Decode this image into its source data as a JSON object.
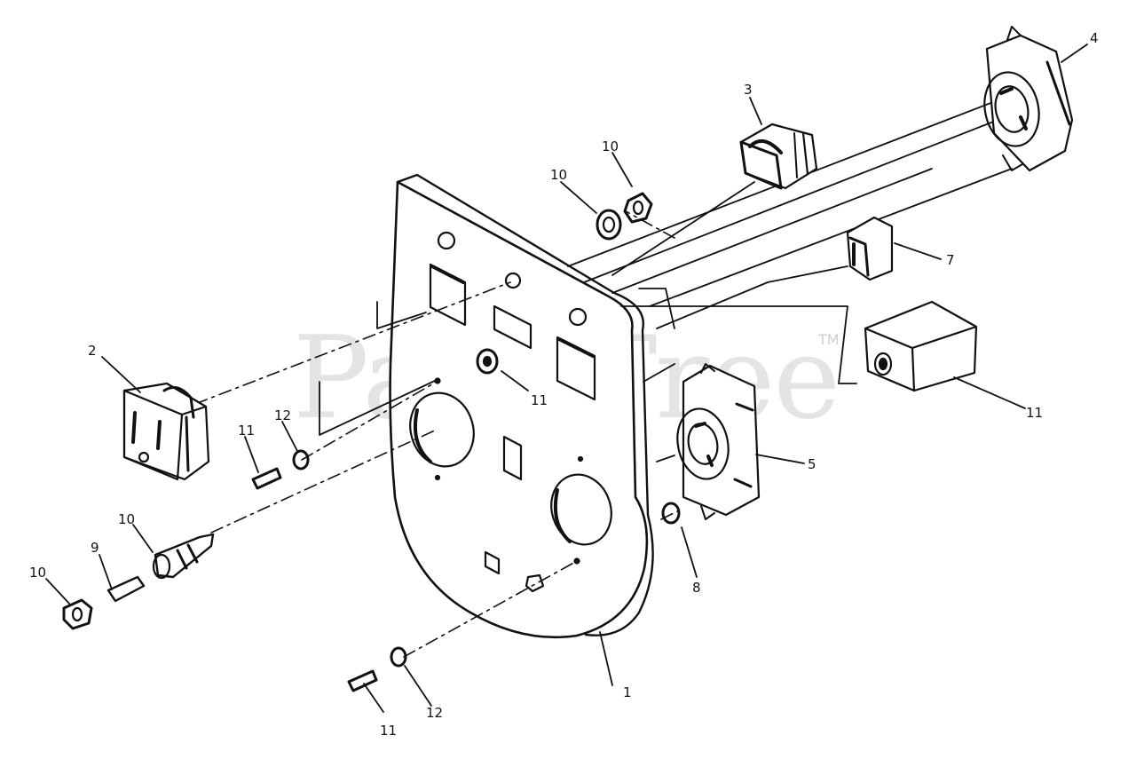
{
  "watermark": {
    "text": "PartsTree",
    "trademark": "TM"
  },
  "callouts": {
    "c1": "1",
    "c2": "2",
    "c3": "3",
    "c4": "4",
    "c5": "5",
    "c7": "7",
    "c8": "8",
    "c9": "9",
    "c10a": "10",
    "c10b": "10",
    "c10c": "10",
    "c10d": "10",
    "c11a": "11",
    "c11b": "11",
    "c11c": "11",
    "c11d": "11",
    "c12a": "12",
    "c12b": "12"
  },
  "colors": {
    "line": "#111111",
    "watermark": "#cfcfcf",
    "background": "#ffffff"
  }
}
